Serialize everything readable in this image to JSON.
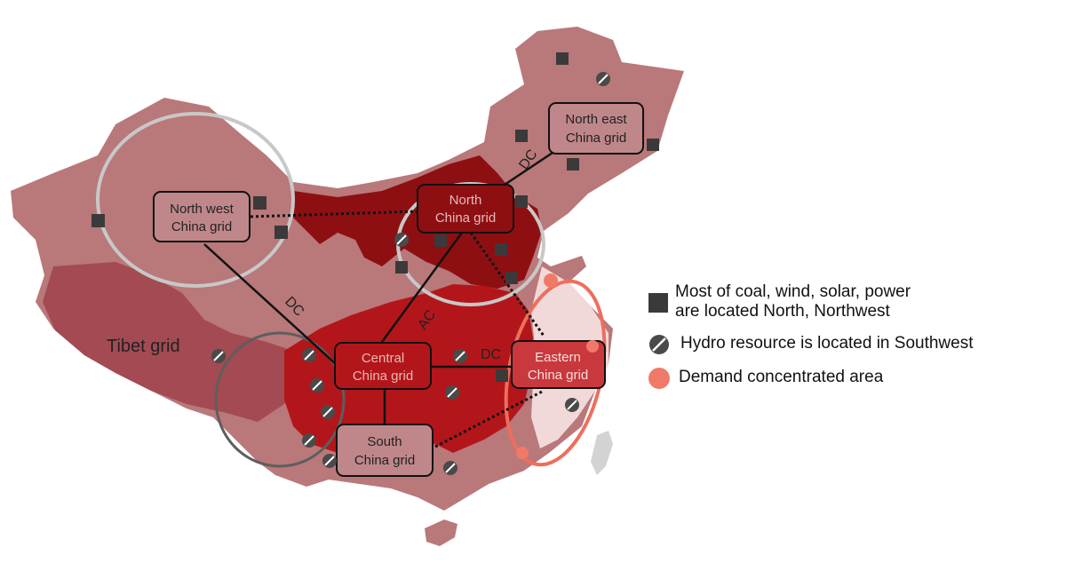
{
  "colors": {
    "region_light": "#b9787a",
    "region_mid": "#a34a52",
    "region_dark": "#8e0f12",
    "region_red": "#b3161a",
    "east_highlight": "#f2d9d9",
    "taiwan": "#d3d3d3",
    "coal_marker": "#3a3a3a",
    "hydro_marker": "#4a4a4a",
    "demand_marker": "#f07a68",
    "circle_light": "#c8c8c8",
    "circle_dark": "#5e5e5e",
    "circle_demand": "#ee6e5c"
  },
  "map": {
    "grids": {
      "northwest": {
        "line1": "North west",
        "line2": "China grid"
      },
      "north": {
        "line1": "North",
        "line2": "China grid"
      },
      "northeast": {
        "line1": "North east",
        "line2": "China grid"
      },
      "central": {
        "line1": "Central",
        "line2": "China grid"
      },
      "eastern": {
        "line1": "Eastern",
        "line2": "China grid"
      },
      "south": {
        "line1": "South",
        "line2": "China grid"
      }
    },
    "tibet_label": "Tibet grid",
    "connection_labels": {
      "nw_central": "DC",
      "north_central": "AC",
      "central_eastern": "DC",
      "north_northeast": "DC"
    }
  },
  "legend": {
    "coal_text_line1": "Most of coal, wind, solar, power",
    "coal_text_line2": "are located North, Northwest",
    "hydro_text": "Hydro resource is located in Southwest",
    "demand_text": "Demand concentrated area"
  }
}
